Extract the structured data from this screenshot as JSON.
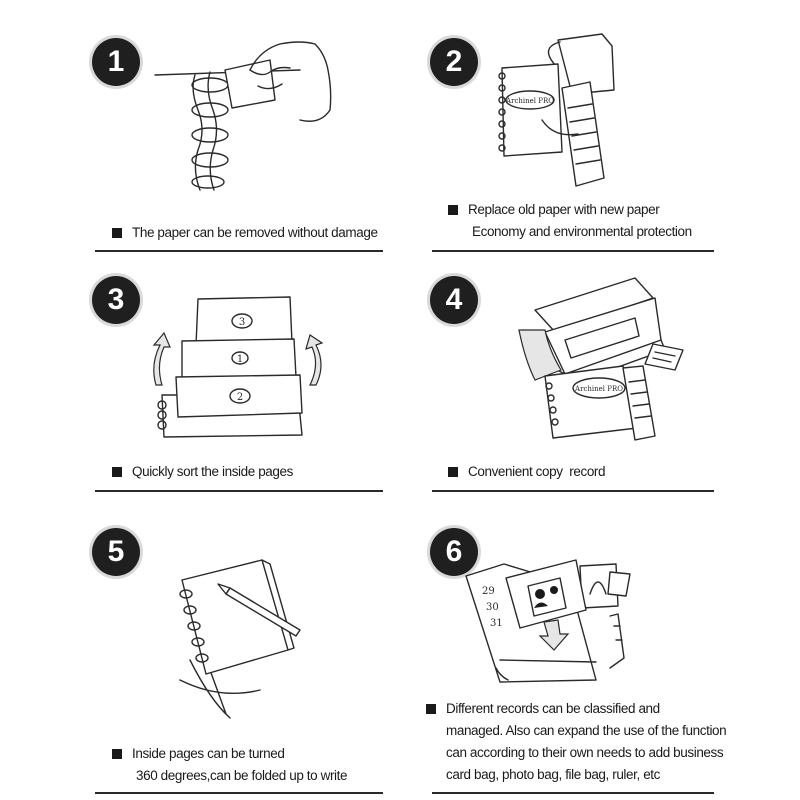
{
  "steps": [
    {
      "number": "1",
      "caption_lines": [
        "The paper can be removed without damage"
      ]
    },
    {
      "number": "2",
      "caption_lines": [
        "Replace old paper with new paper",
        "Economy and environmental protection"
      ]
    },
    {
      "number": "3",
      "caption_lines": [
        "Quickly sort the inside pages"
      ]
    },
    {
      "number": "4",
      "caption_lines": [
        "Convenient copy  record"
      ]
    },
    {
      "number": "5",
      "caption_lines": [
        "Inside pages can be turned",
        "360 degrees,can be folded up to write"
      ]
    },
    {
      "number": "6",
      "caption_lines": [
        "Different records can be classified and",
        "managed. Also can expand the use of the function",
        "can according to their own needs to add business",
        "card bag, photo bag, file bag, ruler, etc"
      ]
    }
  ],
  "illustrations": {
    "step2_brand": "Archinel PRO",
    "step3_page_numbers": [
      "3",
      "1",
      "2"
    ],
    "step4_brand": "Archinel PRO",
    "step6_tab_numbers": [
      "29",
      "30",
      "31"
    ]
  },
  "icons": [
    "hand-icon",
    "binder-ring-icon",
    "notebook-icon",
    "arrow-icon",
    "printer-icon",
    "pen-icon",
    "photo-icon",
    "card-bag-icon"
  ]
}
